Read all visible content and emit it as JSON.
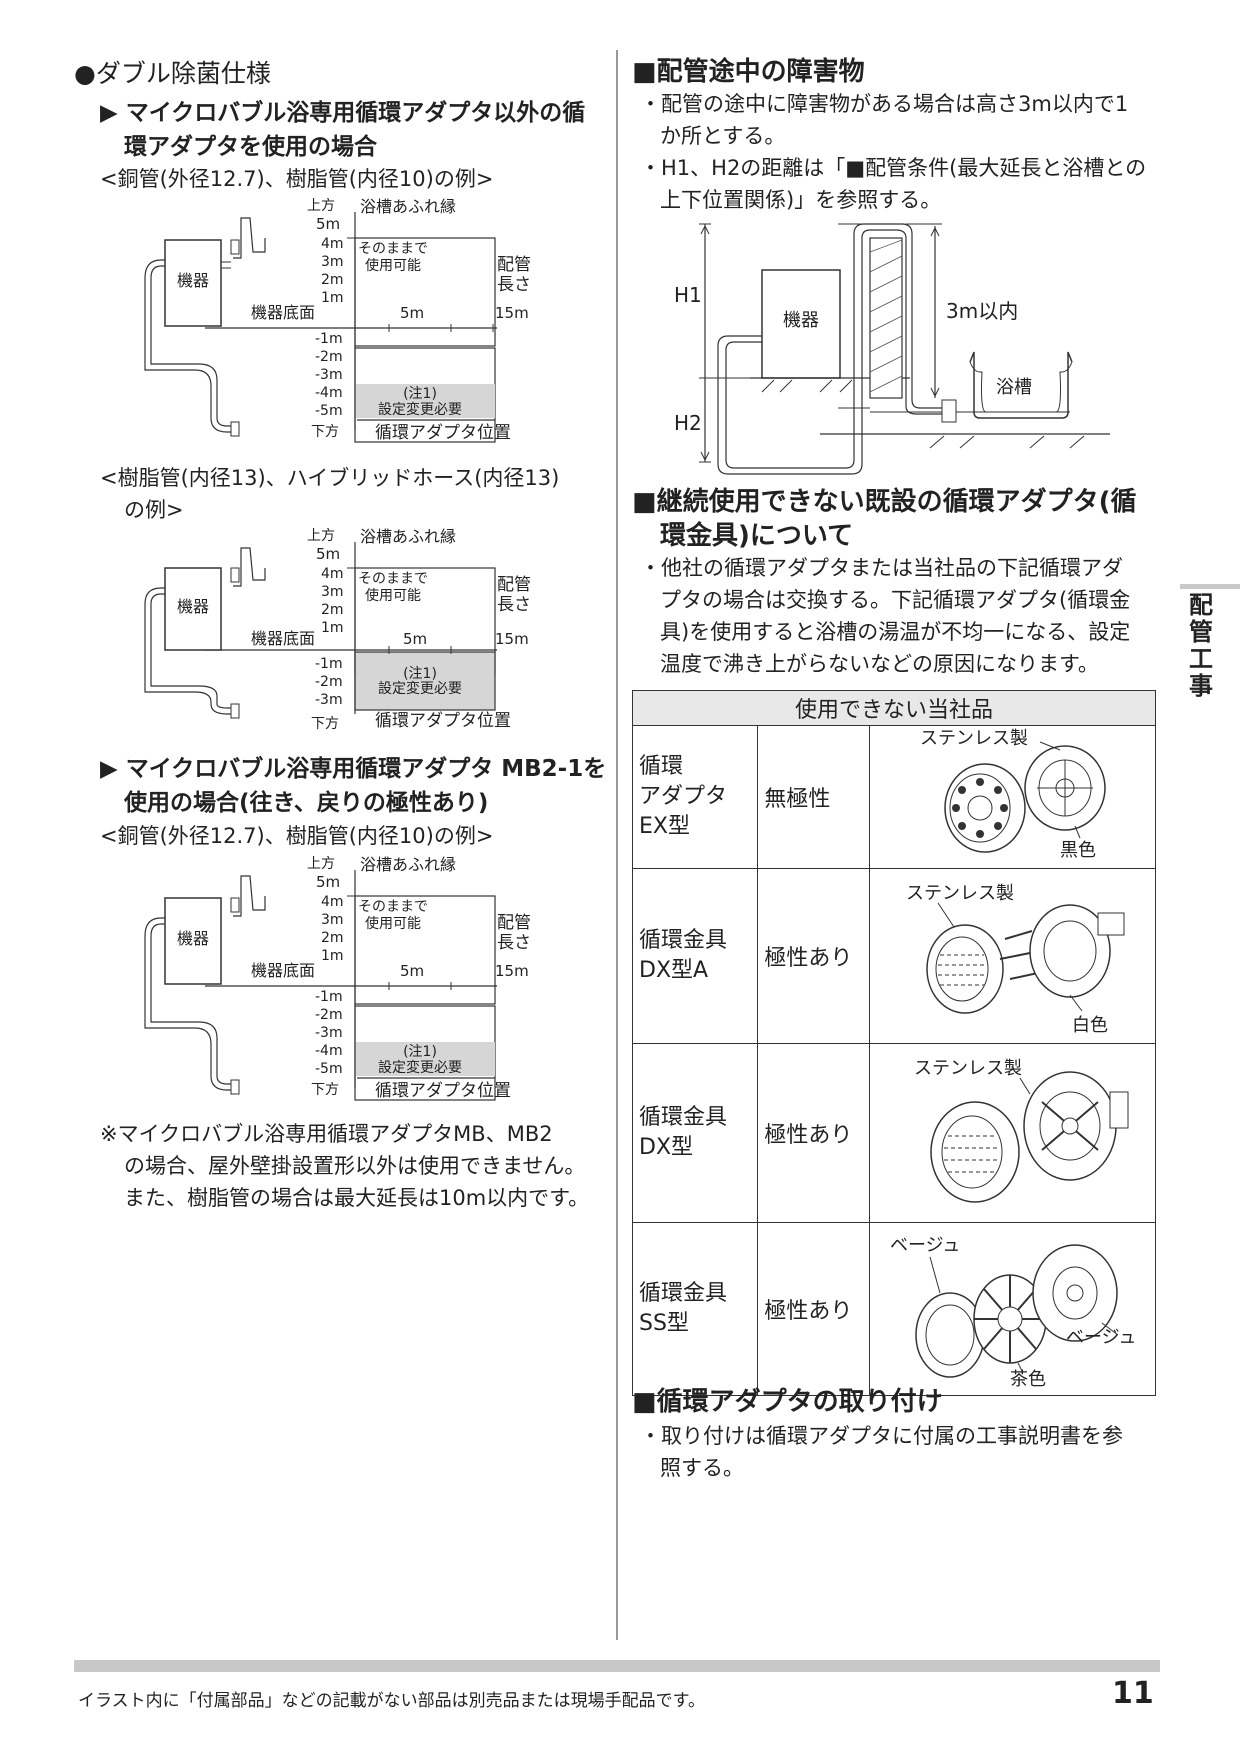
{
  "left": {
    "heading": "●ダブル除菌仕様",
    "sub1": {
      "line1": "▶ マイクロバブル浴専用循環アダプタ以外の循",
      "line2": "環アダプタを使用の場合"
    },
    "example1": "<銅管(外径12.7)、樹脂管(内径10)の例>",
    "example2_line1": "<樹脂管(内径13)、ハイブリッドホース(内径13)",
    "example2_line2": "の例>",
    "sub2": {
      "line1": "▶ マイクロバブル浴専用循環アダプタ MB2-1を",
      "line2": "使用の場合(往き、戻りの極性あり)"
    },
    "example3": "<銅管(外径12.7)、樹脂管(内径10)の例>",
    "note_lines": [
      "※マイクロバブル浴専用循環アダプタMB、MB2",
      "の場合、屋外壁掛設置形以外は使用できません。",
      "また、樹脂管の場合は最大延長は10m以内です。"
    ]
  },
  "diagram": {
    "up": "上方",
    "down": "下方",
    "rim": "浴槽あふれ縁",
    "usable_l1": "そのままで",
    "usable_l2": "使用可能",
    "pipe_l1": "配管",
    "pipe_l2": "長さ",
    "unit": "機器",
    "unit_bottom": "機器底面",
    "mid": "5m",
    "far": "15m",
    "note_l1": "(注1)",
    "note_l2": "設定変更必要",
    "adapter_pos": "循環アダプタ位置",
    "ticks_full": [
      "5m",
      "4m",
      "3m",
      "2m",
      "1m",
      "-1m",
      "-2m",
      "-3m",
      "-4m",
      "-5m"
    ],
    "ticks_short": [
      "5m",
      "4m",
      "3m",
      "2m",
      "1m",
      "-1m",
      "-2m",
      "-3m"
    ]
  },
  "right": {
    "sec1": {
      "title": "■配管途中の障害物",
      "b1_l1": "・配管の途中に障害物がある場合は高さ3m以内で1",
      "b1_l2": "か所とする。",
      "b2_l1": "・H1、H2の距離は「■配管条件(最大延長と浴槽との",
      "b2_l2": "上下位置関係)」を参照する。"
    },
    "obstacle": {
      "h1": "H1",
      "h2": "H2",
      "unit": "機器",
      "height": "3m以内",
      "tub": "浴槽"
    },
    "sec2": {
      "title_l1": "■継続使用できない既設の循環アダプタ(循",
      "title_l2": "環金具)について",
      "body": [
        "・他社の循環アダプタまたは当社品の下記循環アダ",
        "プタの場合は交換する。下記循環アダプタ(循環金",
        "具)を使用すると浴槽の湯温が不均一になる、設定",
        "温度で沸き上がらないなどの原因になります。"
      ]
    },
    "table": {
      "header": "使用できない当社品",
      "rows": [
        {
          "name": [
            "循環",
            "アダプタ",
            "EX型"
          ],
          "polarity": "無極性",
          "labels": [
            "ステンレス製",
            "黒色"
          ]
        },
        {
          "name": [
            "循環金具",
            "DX型A"
          ],
          "polarity": "極性あり",
          "labels": [
            "ステンレス製",
            "白色"
          ]
        },
        {
          "name": [
            "循環金具",
            "DX型"
          ],
          "polarity": "極性あり",
          "labels": [
            "ステンレス製"
          ]
        },
        {
          "name": [
            "循環金具",
            "SS型"
          ],
          "polarity": "極性あり",
          "labels": [
            "ベージュ",
            "ベージュ",
            "茶色"
          ]
        }
      ]
    },
    "sec3": {
      "title": "■循環アダプタの取り付け",
      "b1_l1": "・取り付けは循環アダプタに付属の工事説明書を参",
      "b1_l2": "照する。"
    }
  },
  "side_tab": [
    "配",
    "管",
    "工",
    "事"
  ],
  "footer": {
    "note": "イラスト内に「付属部品」などの記載がない部品は別売品または現場手配品です。",
    "page": "11"
  }
}
